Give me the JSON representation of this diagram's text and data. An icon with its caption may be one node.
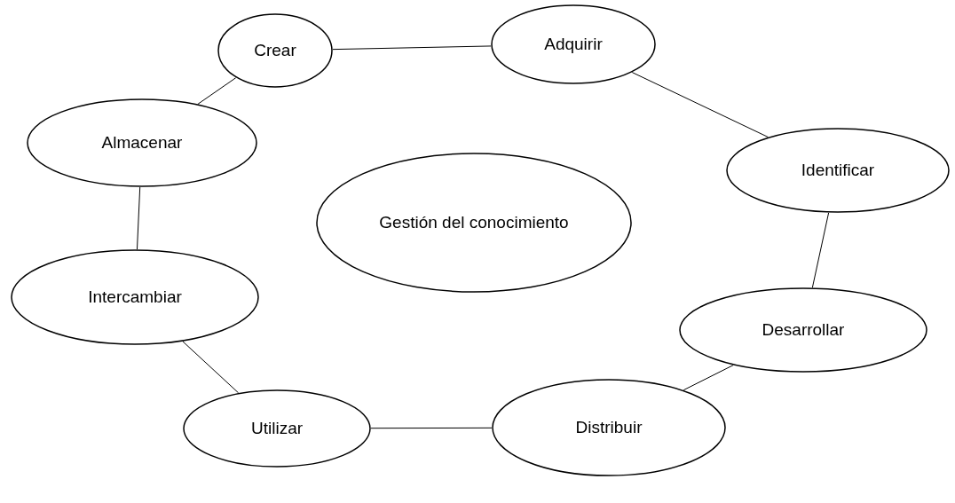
{
  "diagram": {
    "nodes": [
      {
        "text": [
          "Crear"
        ]
      },
      {
        "text": [
          "Adquirir"
        ]
      },
      {
        "text": [
          "Almacenar"
        ]
      },
      {
        "text": [
          "Identificar"
        ]
      },
      {
        "text": [
          "Gestión del conocimiento"
        ]
      },
      {
        "text": [
          "Intercambiar"
        ]
      },
      {
        "text": [
          "Desarrollar"
        ]
      },
      {
        "text": [
          "Utilizar"
        ]
      },
      {
        "text": [
          "Distribuir"
        ]
      }
    ],
    "edges": [
      {
        "from": 0,
        "to": 1,
        "arrow": "none"
      },
      {
        "from": 1,
        "to": 3,
        "arrow": "none"
      },
      {
        "from": 3,
        "to": 6,
        "arrow": "none"
      },
      {
        "from": 6,
        "to": 8,
        "arrow": "none"
      },
      {
        "from": 8,
        "to": 7,
        "arrow": "none"
      },
      {
        "from": 7,
        "to": 5,
        "arrow": "none"
      },
      {
        "from": 5,
        "to": 2,
        "arrow": "none"
      },
      {
        "from": 2,
        "to": 0,
        "arrow": "none"
      }
    ]
  }
}
